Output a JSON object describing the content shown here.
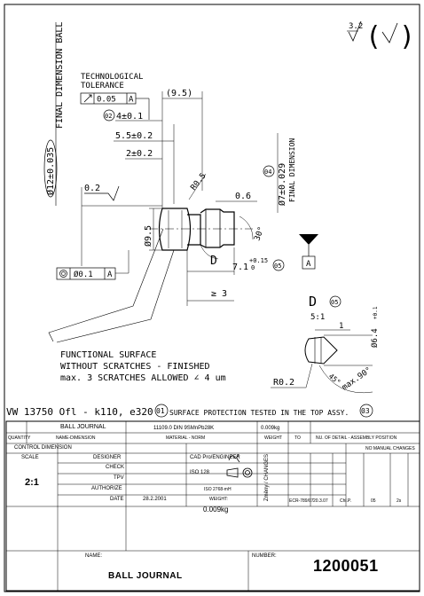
{
  "surface_symbol": "3.2",
  "side_label": "FINAL DIMENSION BALL",
  "ball_dia": "Ø12±0.035",
  "tolerance": {
    "line1": "TECHNOLOGICAL",
    "line2": "TOLERANCE",
    "runout_value": "0.05",
    "runout_datum": "A"
  },
  "dims": {
    "ref_9_5": "(9.5)",
    "d4": "4±0.1",
    "d5_5": "5.5±0.2",
    "d2": "2±0.2",
    "r0_5": "R0.5",
    "shank_dia": "Ø7±0.029",
    "shank_label": "FINAL DIMENSION",
    "d0_6": "0.6",
    "angle30": "30°",
    "dia9_5": "Ø9.5",
    "d0_2": "0.2",
    "len7_1": "7.1",
    "len7_1_tol": "+0.15",
    "len7_1_tol2": "0",
    "ge3": "≥ 3",
    "concentric_value": "Ø0.1",
    "concentric_datum": "A",
    "datum_A": "A"
  },
  "balloons": {
    "b02": "02",
    "b04": "04",
    "b05": "05",
    "b01": "01",
    "b03": "03"
  },
  "detail": {
    "letter": "D",
    "scale": "5:1",
    "dim1": "1",
    "dia": "Ø6.4",
    "dia_tol": "+0.1",
    "r02": "R0.2",
    "angle45": "45°",
    "angle90": "max.90°"
  },
  "note": {
    "line1": "FUNCTIONAL SURFACE",
    "line2": "WITHOUT SCRATCHES - FINISHED",
    "line3": "max. 3 SCRATCHES ALLOWED ∠ 4 um"
  },
  "spec_line": "VW 13750 Ofl - k110, e320",
  "spec_note": "SURFACE PROTECTION TESTED IN THE TOP ASSY.",
  "titleblock": {
    "part_name": "BALL JOURNAL",
    "material": "11109.0 DIN 9SMnPb28K",
    "weight": "0.009kg",
    "to_label": "TO",
    "quantity": "QUANTITY",
    "name_dim": "NAME-DIMENSION",
    "material_label": "MATERIAL - NORM",
    "weight_label": "WEIGHT",
    "detail_label": "NU. OF DETAIL - ASSEMBLY POSITION",
    "control": "CONTROL DIMENSION",
    "no_changes": "NO MANUAL CHANGES",
    "scale_label": "SCALE",
    "scale": "2:1",
    "designer": "DESIGNER",
    "check": "CHECK",
    "tpv": "TPV",
    "authorize": "AUTHORIZE",
    "date_label": "DATE",
    "date": "28.2.2001",
    "cad": "CAD Pro/ENGINEER",
    "iso128": "ISO 128",
    "iso2768": "ISO 2768-mH",
    "weight2_label": "WEIGHT:",
    "weight2": "0.009kg",
    "changes": "Změny / CHANGES",
    "ecr": "ECR-789/07",
    "ecr_date": "20.3.07",
    "ecr_name": "Chl.P.",
    "ecr_no": "05",
    "ecr_index": "2s",
    "name_label": "NAME:",
    "number_label": "NUMBER:",
    "number": "1200051"
  }
}
